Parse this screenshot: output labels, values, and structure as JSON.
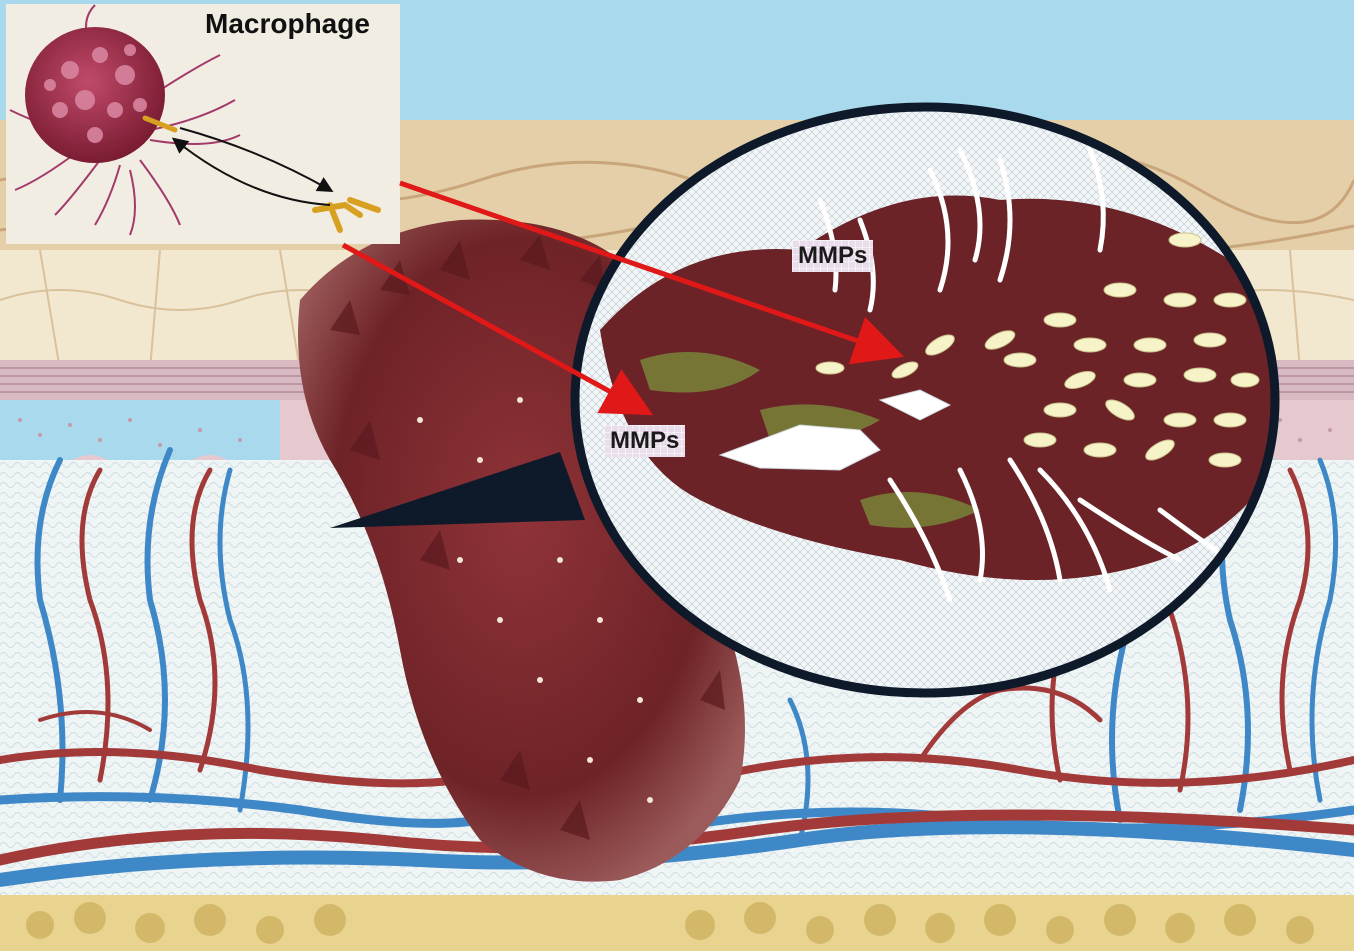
{
  "inset": {
    "title": "Macrophage"
  },
  "callouts": [
    {
      "label": "MMPs"
    },
    {
      "label": "MMPs"
    }
  ],
  "colors": {
    "sky": "#a9d9ec",
    "wound": "#7a2a2e",
    "arrow": "#e01818",
    "artery": "#a33a3a",
    "vein": "#3f88c8",
    "lens_border": "#0e1a2a"
  }
}
